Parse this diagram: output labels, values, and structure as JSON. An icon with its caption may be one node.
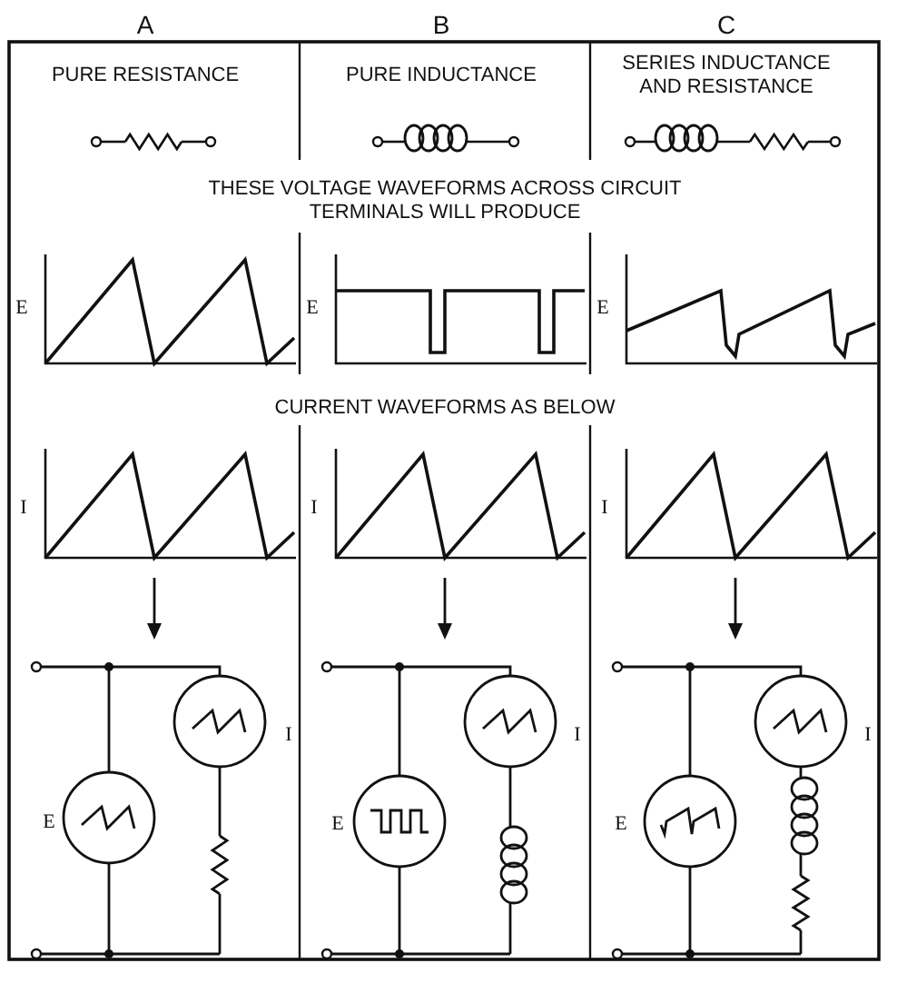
{
  "diagram": {
    "labels": [
      "A",
      "B",
      "C",
      "PURE RESISTANCE",
      "PURE INDUCTANCE",
      "SERIES INDUCTANCE AND RESISTANCE",
      "THESE VOLTAGE WAVEFORMS ACROSS CIRCUIT TERMINALS WILL PRODUCE",
      "E",
      "E",
      "E",
      "CURRENT WAVEFORMS AS BELOW",
      "I",
      "I",
      "I",
      "I",
      "I",
      "I",
      "E",
      "E",
      "E"
    ]
  }
}
